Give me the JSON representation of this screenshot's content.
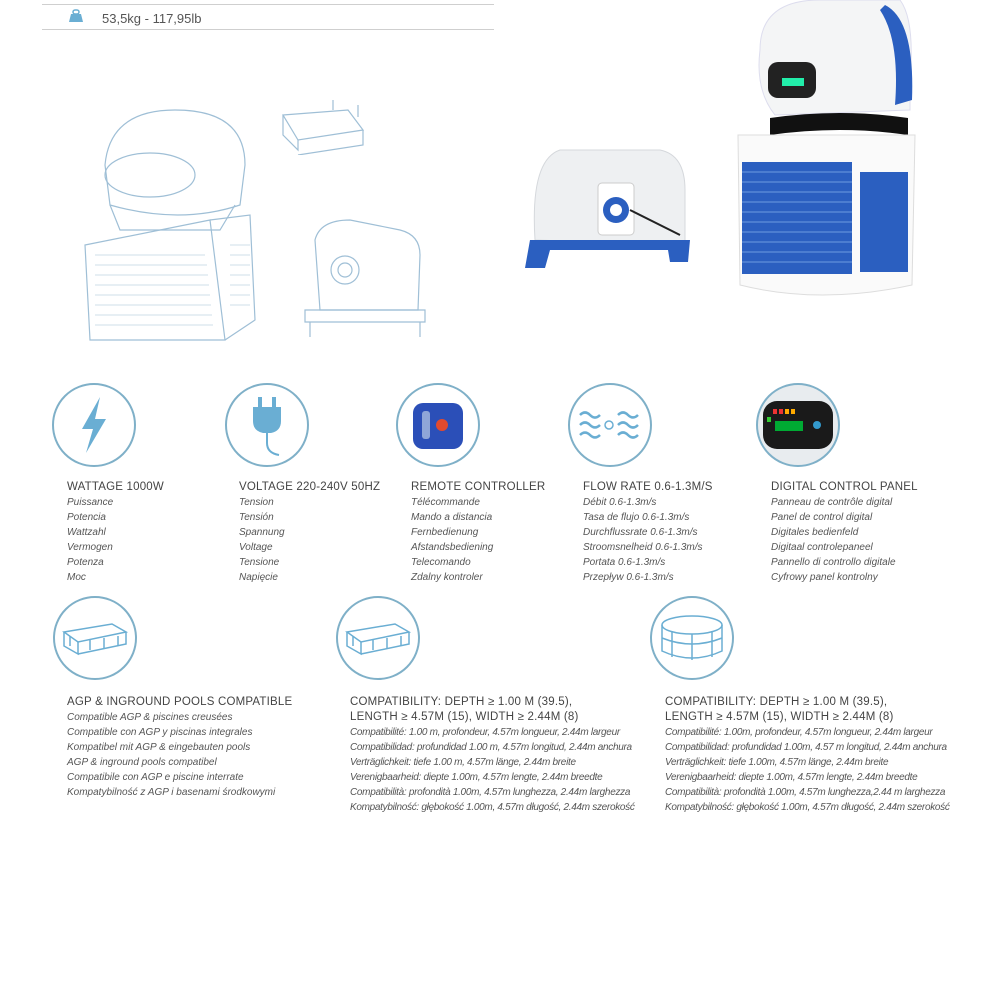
{
  "weight": {
    "icon": "weight-icon",
    "value": "53,5kg - 117,95lb"
  },
  "colors": {
    "accent": "#6aaed3",
    "brand_blue": "#2b5fc0",
    "circle_border": "#7fb0c8"
  },
  "features_row1": [
    {
      "icon": "lightning-icon",
      "title": "WATTAGE 1000W",
      "lines": [
        "Puissance",
        "Potencia",
        "Wattzahl",
        "Vermogen",
        "Potenza",
        "Moc"
      ]
    },
    {
      "icon": "plug-icon",
      "title": "VOLTAGE 220-240V 50HZ",
      "lines": [
        "Tension",
        "Tensión",
        "Spannung",
        "Voltage",
        "Tensione",
        "Napięcie"
      ]
    },
    {
      "icon": "remote-controller-icon",
      "title": "REMOTE CONTROLLER",
      "lines": [
        "Télécommande",
        "Mando a distancia",
        "Fernbedienung",
        "Afstandsbediening",
        "Telecomando",
        "Zdalny kontroler"
      ]
    },
    {
      "icon": "flow-rate-icon",
      "title": "FLOW RATE 0.6-1.3M/S",
      "lines": [
        "Débit 0.6-1.3m/s",
        "Tasa de flujo 0.6-1.3m/s",
        "Durchflussrate 0.6-1.3m/s",
        "Stroomsnelheid 0.6-1.3m/s",
        "Portata 0.6-1.3m/s",
        "Przepływ 0.6-1.3m/s"
      ]
    },
    {
      "icon": "digital-control-panel-icon",
      "title": "DIGITAL CONTROL PANEL",
      "lines": [
        "Panneau de contrôle digital",
        "Panel de control digital",
        "Digitales bedienfeld",
        "Digitaal controlepaneel",
        "Pannello di controllo digitale",
        "Cyfrowy panel kontrolny"
      ]
    }
  ],
  "features_row2": [
    {
      "icon": "rectangular-pool-icon",
      "title": "AGP & INGROUND POOLS COMPATIBLE",
      "lines": [
        "Compatible AGP & piscines creusées",
        "Compatible con AGP y piscinas integrales",
        "Kompatibel mit AGP & eingebauten pools",
        "AGP & inground pools compatibel",
        "Compatibile con AGP e piscine interrate",
        "Kompatybilność z AGP i basenami środkowymi"
      ]
    },
    {
      "icon": "rectangular-pool-icon",
      "title": "COMPATIBILITY: DEPTH ≥ 1.00 M (39.5),",
      "title2": "LENGTH ≥ 4.57M (15), WIDTH ≥ 2.44M (8)",
      "lines": [
        "Compatibilité: 1.00 m, profondeur, 4.57m longueur, 2.44m largeur",
        "Compatibilidad: profundidad 1.00 m, 4.57m longitud, 2.44m anchura",
        "Verträglichkeit: tiefe 1.00 m, 4.57m länge, 2.44m breite",
        "Verenigbaarheid: diepte 1.00m, 4.57m lengte, 2.44m breedte",
        "Compatibilità: profondità 1.00m, 4.57m lunghezza, 2.44m larghezza",
        "Kompatybilność: głębokość 1.00m, 4.57m długość, 2.44m szerokość"
      ]
    },
    {
      "icon": "round-pool-icon",
      "title": "COMPATIBILITY: DEPTH ≥ 1.00 M (39.5),",
      "title2": "LENGTH ≥ 4.57M (15), WIDTH ≥ 2.44M (8)",
      "lines": [
        "Compatibilité: 1.00m, profondeur, 4.57m longueur, 2.44m largeur",
        "Compatibilidad: profundidad 1.00m, 4.57 m longitud, 2.44m anchura",
        "Verträglichkeit: tiefe 1.00m, 4.57m länge, 2.44m breite",
        "Verenigbaarheid: diepte 1.00m, 4.57m lengte, 2.44m breedte",
        "Compatibilità: profondità 1.00m, 4.57m lunghezza,2.44 m larghezza",
        "Kompatybilność: głębokość 1.00m, 4.57m długość, 2.44m szerokość"
      ]
    }
  ]
}
